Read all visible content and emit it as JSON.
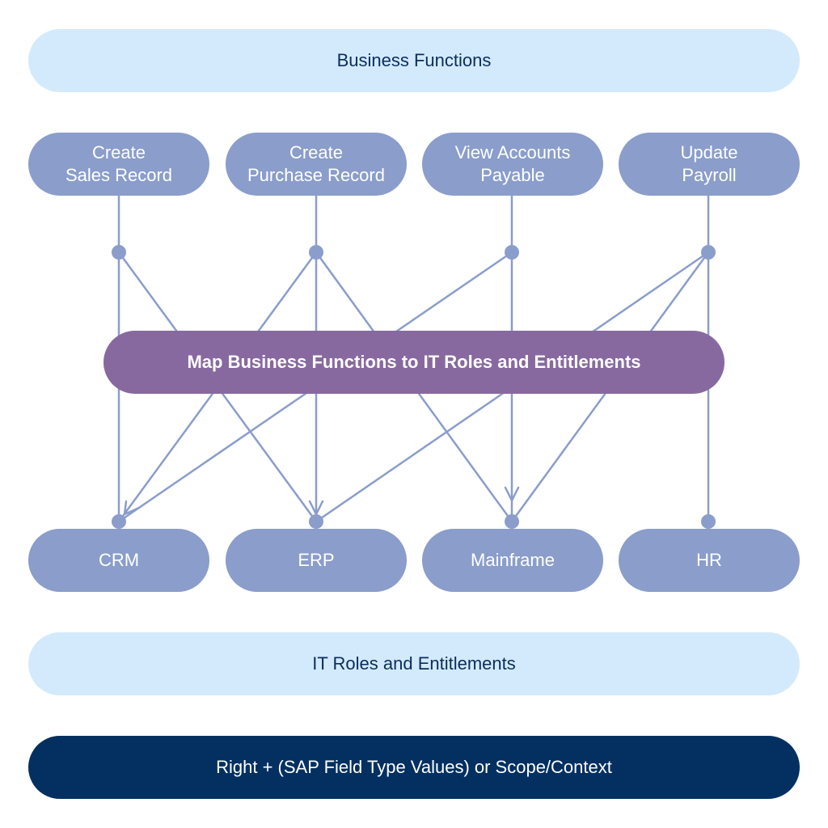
{
  "header": {
    "label": "Business Functions"
  },
  "functions": [
    {
      "label": "Create\nSales Record"
    },
    {
      "label": "Create\nPurchase Record"
    },
    {
      "label": "View Accounts\nPayable"
    },
    {
      "label": "Update\nPayroll"
    }
  ],
  "mapper": {
    "label": "Map Business Functions to IT Roles and Entitlements"
  },
  "systems": [
    {
      "label": "CRM"
    },
    {
      "label": "ERP"
    },
    {
      "label": "Mainframe"
    },
    {
      "label": "HR"
    }
  ],
  "roles_band": {
    "label": "IT Roles and Entitlements"
  },
  "footer": {
    "label": "Right + (SAP Field Type Values) or Scope/Context"
  },
  "colors": {
    "light_band": "#d3eafc",
    "node": "#8a9dcb",
    "mapper": "#87699f",
    "dark_band": "#033061",
    "connector": "#8a9dcb"
  },
  "mappings": [
    {
      "from": "Create Sales Record",
      "to": [
        "CRM",
        "ERP"
      ]
    },
    {
      "from": "Create Purchase Record",
      "to": [
        "CRM",
        "ERP",
        "Mainframe"
      ]
    },
    {
      "from": "View Accounts Payable",
      "to": [
        "CRM",
        "Mainframe"
      ]
    },
    {
      "from": "Update Payroll",
      "to": [
        "ERP",
        "Mainframe",
        "HR"
      ]
    }
  ]
}
